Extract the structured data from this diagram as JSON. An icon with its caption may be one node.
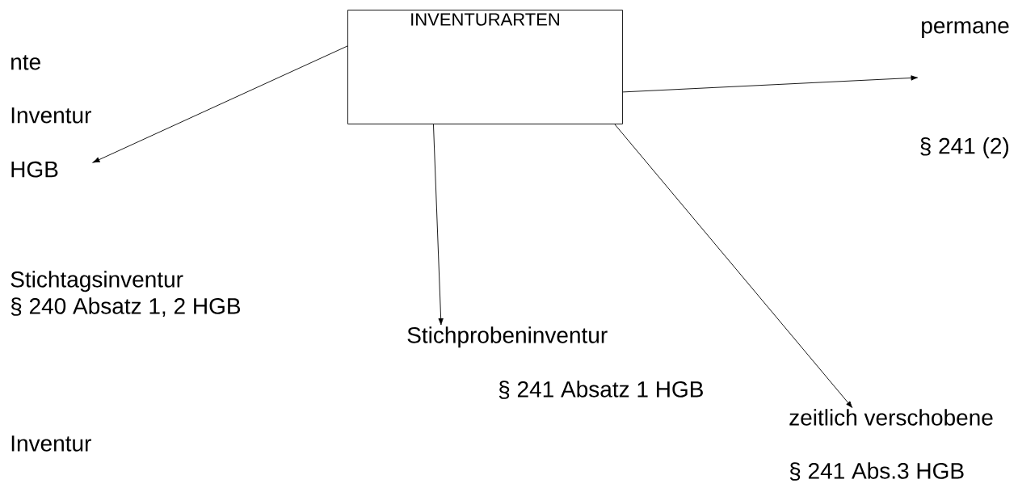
{
  "diagram": {
    "nodes": [
      {
        "text": [
          "INVENTURARTEN"
        ]
      },
      {
        "text": [
          "permane",
          "§ 241 (2)"
        ]
      },
      {
        "text": [
          "nte",
          "Inventur",
          "HGB"
        ]
      },
      {
        "text": [
          "Stichprobeninventur",
          "§ 241 Absatz 1 HGB"
        ]
      },
      {
        "text": [
          "zeitlich verschobene",
          "§ 241 Abs.3 HGB"
        ]
      }
    ],
    "edges": [
      {
        "from": 0,
        "to": 2,
        "arrow": "to"
      },
      {
        "from": 0,
        "to": 1,
        "arrow": "to"
      },
      {
        "from": 0,
        "to": 3,
        "arrow": "to"
      },
      {
        "from": 0,
        "to": 4,
        "arrow": "to"
      }
    ],
    "labels": [
      "Stichtagsinventur",
      "§ 240 Absatz 1, 2 HGB",
      "Inventur"
    ]
  }
}
